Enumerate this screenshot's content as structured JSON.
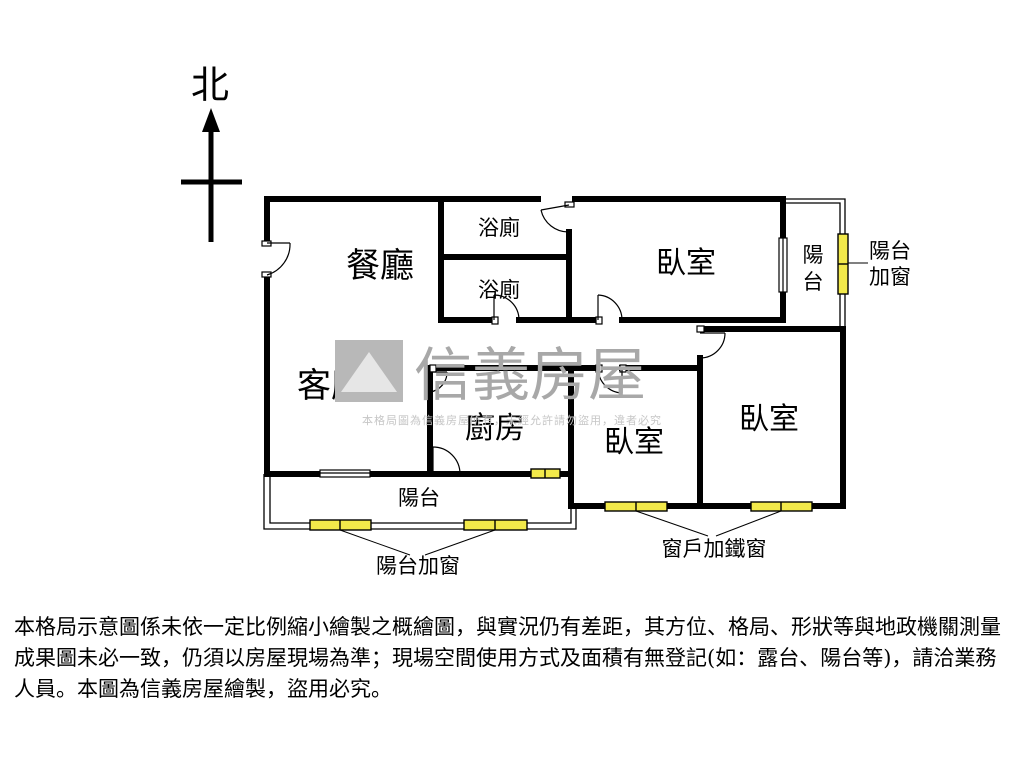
{
  "compass": {
    "north_label": "北"
  },
  "rooms": {
    "dining": "餐廳",
    "living": "客廳",
    "bath_upper": "浴廁",
    "bath_lower": "浴廁",
    "bedroom_ne": "臥室",
    "bedroom_se": "臥室",
    "bedroom_s": "臥室",
    "kitchen": "廚房",
    "balcony_s": "陽台",
    "balcony_ne_line1": "陽",
    "balcony_ne_line2": "台"
  },
  "annotations": {
    "balcony_window_ne_line1": "陽台",
    "balcony_window_ne_line2": "加窗",
    "balcony_window_s": "陽台加窗",
    "window_iron": "窗戶加鐵窗"
  },
  "watermark": {
    "brand": "信義房屋",
    "notice": "本格局圖為信義房屋所有，未經允許請勿盜用，違者必究"
  },
  "colors": {
    "wall": "#000000",
    "window": "#f2e94a",
    "watermark": "#a8a8a8"
  },
  "disclaimer": "本格局示意圖係未依一定比例縮小繪製之概繪圖，與實況仍有差距，其方位、格局、形狀等與地政機關測量成果圖未必一致，仍須以房屋現場為準；現場空間使用方式及面積有無登記(如：露台、陽台等)，請洽業務人員。本圖為信義房屋繪製，盜用必究。"
}
